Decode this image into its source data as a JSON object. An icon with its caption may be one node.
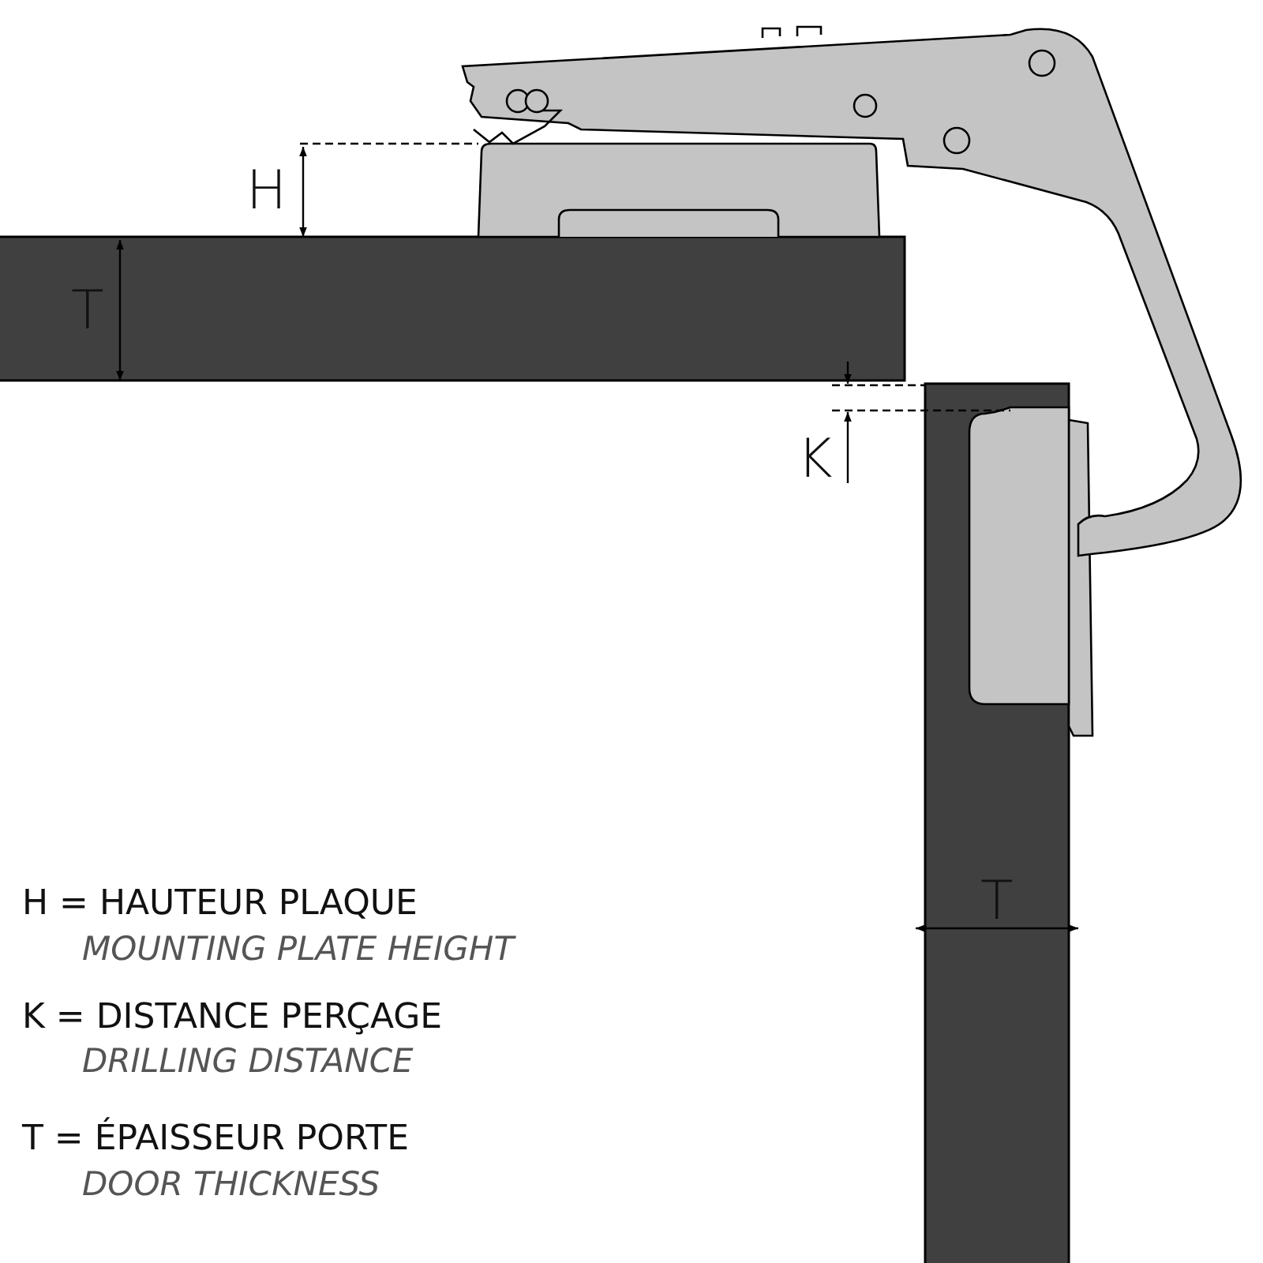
{
  "diagram": {
    "labels": [
      "H",
      "T",
      "K",
      "T",
      "H = HAUTEUR PLAQUE",
      "MOUNTING PLATE HEIGHT",
      "K = DISTANCE PERÇAGE",
      "DRILLING DISTANCE",
      "T = ÉPAISSEUR PORTE",
      "DOOR THICKNESS"
    ]
  }
}
